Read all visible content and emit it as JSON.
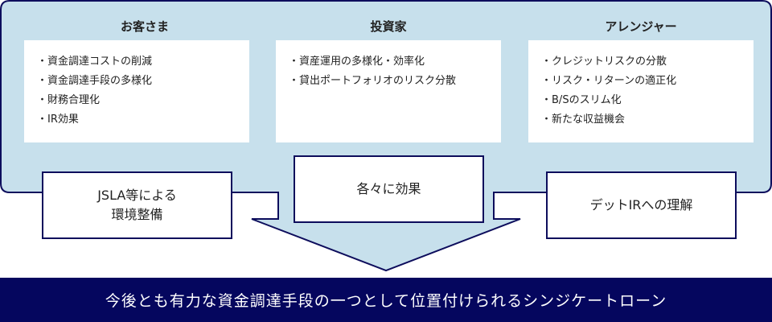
{
  "colors": {
    "navy": "#05065e",
    "outline": "#0d0d5c",
    "light_blue": "#c7e0ec",
    "panel_bg": "#ffffff"
  },
  "columns": [
    {
      "title": "お客さま",
      "items": [
        "資金調達コストの削減",
        "資金調達手段の多様化",
        "財務合理化",
        "IR効果"
      ]
    },
    {
      "title": "投資家",
      "items": [
        "資産運用の多様化・効率化",
        "貸出ポートフォリオのリスク分散"
      ]
    },
    {
      "title": "アレンジャー",
      "items": [
        "クレジットリスクの分散",
        "リスク・リターンの適正化",
        "B/Sのスリム化",
        "新たな収益機会"
      ]
    }
  ],
  "boxes": {
    "left": {
      "line1": "JSLA等による",
      "line2": "環境整備"
    },
    "center": {
      "line1": "各々に効果"
    },
    "right": {
      "line1": "デットIRへの理解"
    }
  },
  "arrow": {
    "direction": "down",
    "icon": "down-arrow-icon"
  },
  "banner": {
    "text": "今後とも有力な資金調達手段の一つとして位置付けられるシンジケートローン"
  }
}
